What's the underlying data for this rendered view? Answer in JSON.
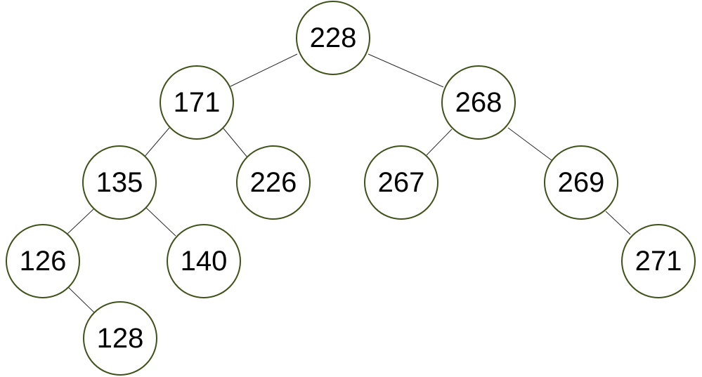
{
  "tree": {
    "nodes": [
      {
        "id": "n228",
        "label": "228"
      },
      {
        "id": "n171",
        "label": "171"
      },
      {
        "id": "n268",
        "label": "268"
      },
      {
        "id": "n135",
        "label": "135"
      },
      {
        "id": "n226",
        "label": "226"
      },
      {
        "id": "n267",
        "label": "267"
      },
      {
        "id": "n269",
        "label": "269"
      },
      {
        "id": "n126",
        "label": "126"
      },
      {
        "id": "n140",
        "label": "140"
      },
      {
        "id": "n271",
        "label": "271"
      },
      {
        "id": "n128",
        "label": "128"
      }
    ],
    "edges": [
      {
        "from": "n228",
        "to": "n171"
      },
      {
        "from": "n228",
        "to": "n268"
      },
      {
        "from": "n171",
        "to": "n135"
      },
      {
        "from": "n171",
        "to": "n226"
      },
      {
        "from": "n268",
        "to": "n267"
      },
      {
        "from": "n268",
        "to": "n269"
      },
      {
        "from": "n135",
        "to": "n126"
      },
      {
        "from": "n135",
        "to": "n140"
      },
      {
        "from": "n126",
        "to": "n128"
      },
      {
        "from": "n269",
        "to": "n271"
      }
    ],
    "colors": {
      "node_stroke": "#3f5219",
      "edge_stroke": "#2b2b2b",
      "background": "#ffffff"
    }
  }
}
